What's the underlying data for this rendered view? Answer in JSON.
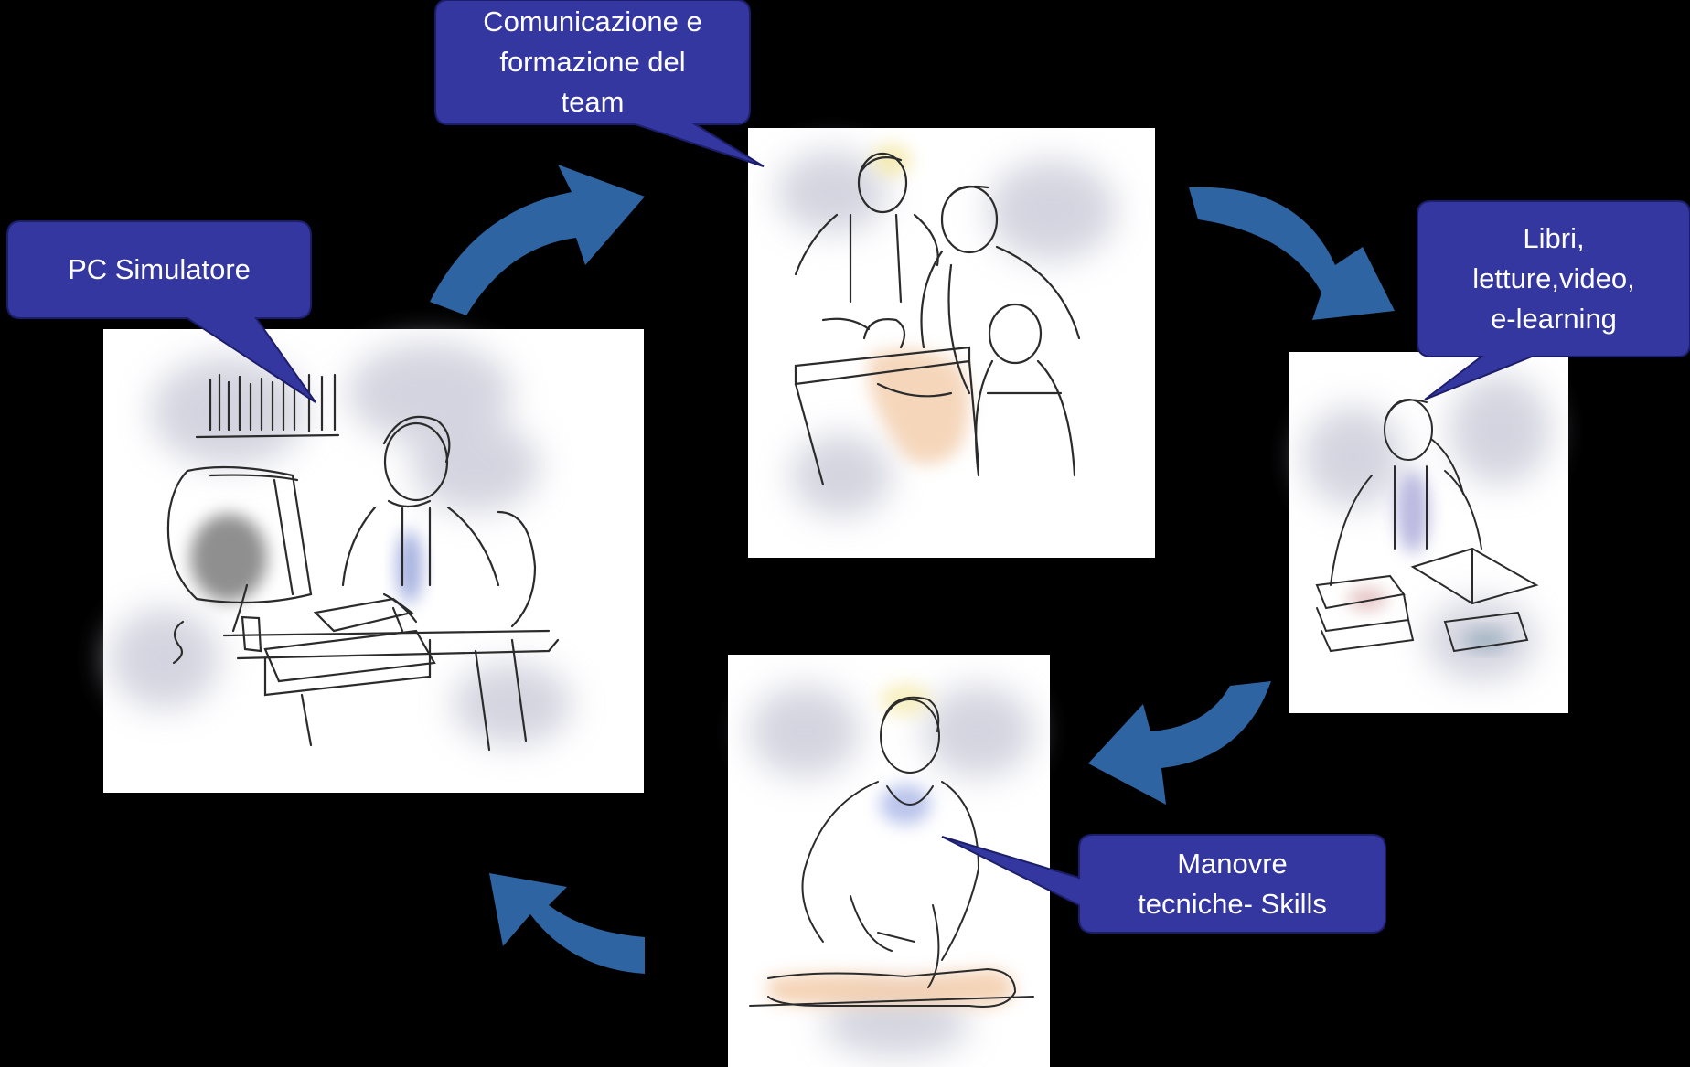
{
  "colors": {
    "background": "#000000",
    "callout_fill": "#3437A0",
    "callout_stroke": "#1c1e6a",
    "arrow_fill": "#2f64a3",
    "panel_fill": "#ffffff",
    "sketch_line": "#2b2b2b",
    "skin": "#f2c9a5",
    "hair": "#f0e2a6",
    "blur_halo": "#c9cad8"
  },
  "callouts": {
    "pc_simulator": [
      "PC Simulatore"
    ],
    "team": [
      "Comunicazione e",
      "formazione del",
      "team"
    ],
    "books": [
      "Libri,",
      "letture,video,",
      "e-learning"
    ],
    "skills": [
      "Manovre",
      "tecniche- Skills"
    ]
  },
  "illustrations": {
    "computer": "nurse-at-computer-illustration",
    "team": "resuscitation-team-illustration",
    "books": "nurse-reading-books-illustration",
    "skills": "nurse-practicing-skills-illustration"
  },
  "cycle_arrows": [
    "arrow-computer-to-team",
    "arrow-team-to-books",
    "arrow-books-to-skills",
    "arrow-skills-to-computer"
  ]
}
